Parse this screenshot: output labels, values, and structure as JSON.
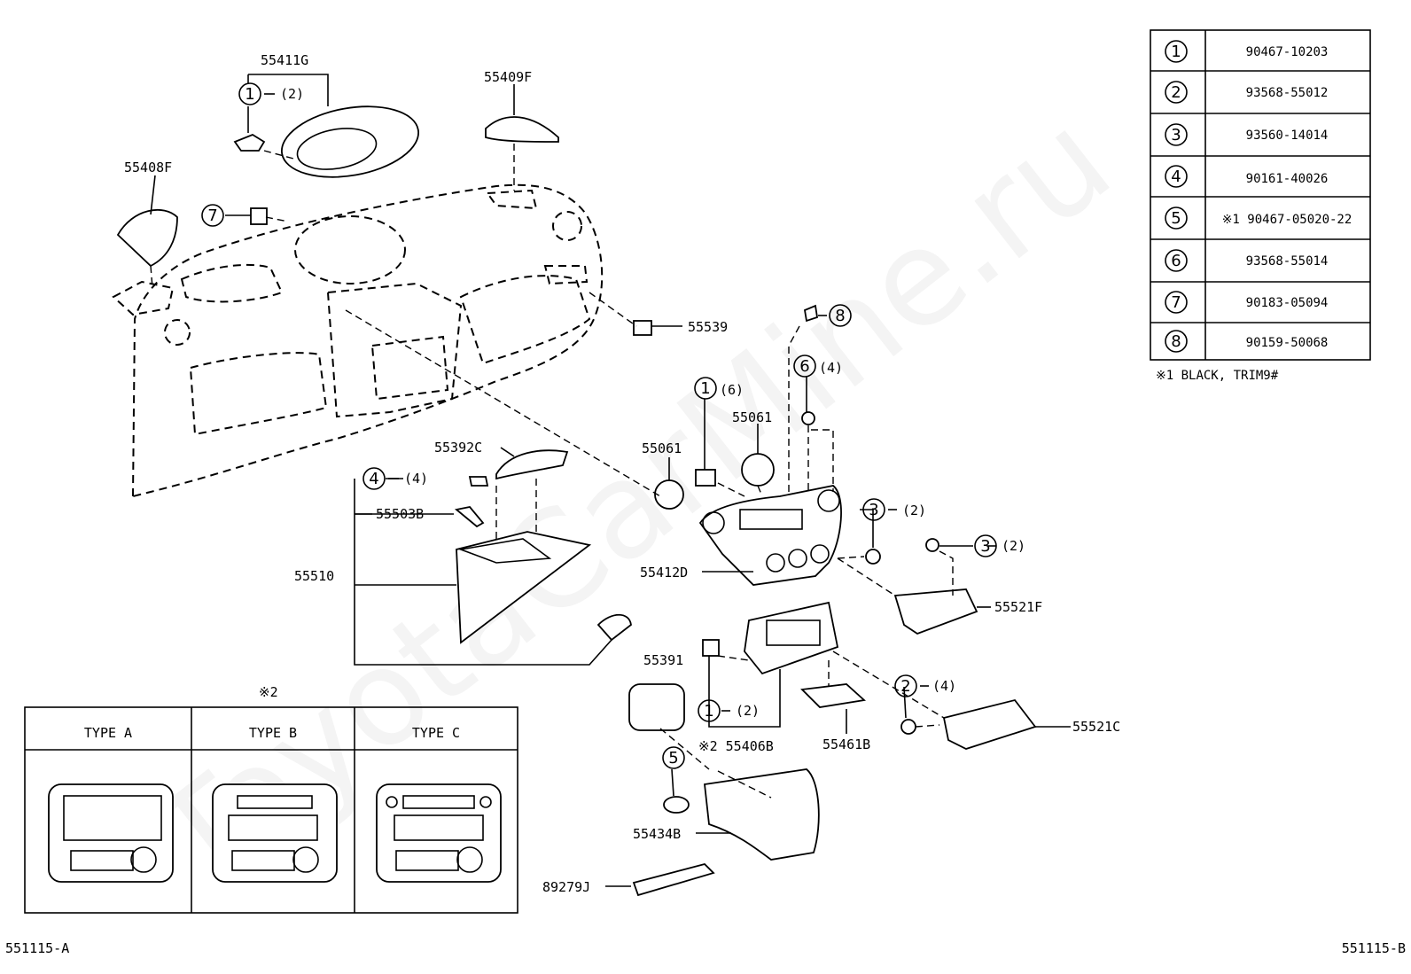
{
  "watermark": "ToyotaCarMine.ru",
  "parts_table": {
    "rows": [
      {
        "num": "1",
        "part": "90467-10203"
      },
      {
        "num": "2",
        "part": "93568-55012"
      },
      {
        "num": "3",
        "part": "93560-14014"
      },
      {
        "num": "4",
        "part": "90161-40026"
      },
      {
        "num": "5",
        "part": "※1 90467-05020-22"
      },
      {
        "num": "6",
        "part": "93568-55014"
      },
      {
        "num": "7",
        "part": "90183-05094"
      },
      {
        "num": "8",
        "part": "90159-50068"
      }
    ],
    "note": "※1  BLACK, TRIM9#"
  },
  "type_table": {
    "marker": "※2",
    "headers": [
      "TYPE A",
      "TYPE B",
      "TYPE C"
    ]
  },
  "labels": {
    "p55411G": "55411G",
    "p55409F": "55409F",
    "p55408F": "55408F",
    "p55539": "55539",
    "p55392C": "55392C",
    "p55503B": "55503B",
    "p55510": "55510",
    "p55061a": "55061",
    "p55061b": "55061",
    "p55412D": "55412D",
    "p55521F": "55521F",
    "p55391": "55391",
    "p55406B": "※2 55406B",
    "p55461B": "55461B",
    "p55521C": "55521C",
    "p55434B": "55434B",
    "p89279J": "89279J",
    "qty2a": "(2)",
    "qty4a": "(4)",
    "qty6": "(6)",
    "qty4b": "(4)",
    "qty2b": "(2)",
    "qty2c": "(2)",
    "qty2d": "(2)",
    "qty4c": "(4)"
  },
  "callouts": {
    "c1a": "1",
    "c7": "7",
    "c8": "8",
    "c6": "6",
    "c1b": "1",
    "c4": "4",
    "c3a": "3",
    "c3b": "3",
    "c2": "2",
    "c1c": "1",
    "c5": "5"
  },
  "footer": {
    "left": "551115-A",
    "right": "551115-B"
  }
}
